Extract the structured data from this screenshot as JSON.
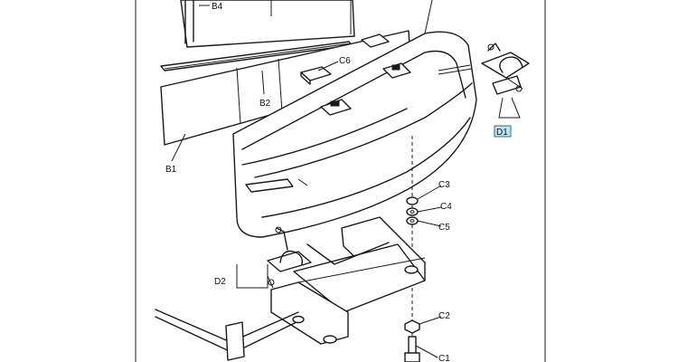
{
  "labels": {
    "b4": "B4",
    "c6": "C6",
    "b2": "B2",
    "b1": "B1",
    "d1": "D1",
    "c3": "C3",
    "c4": "C4",
    "c5": "C5",
    "d2": "D2",
    "c2": "C2",
    "c1": "C1"
  },
  "colors": {
    "line": "#1a1a1a",
    "highlight": "#bfe3f0",
    "highlight_border": "#2f6f8a"
  }
}
